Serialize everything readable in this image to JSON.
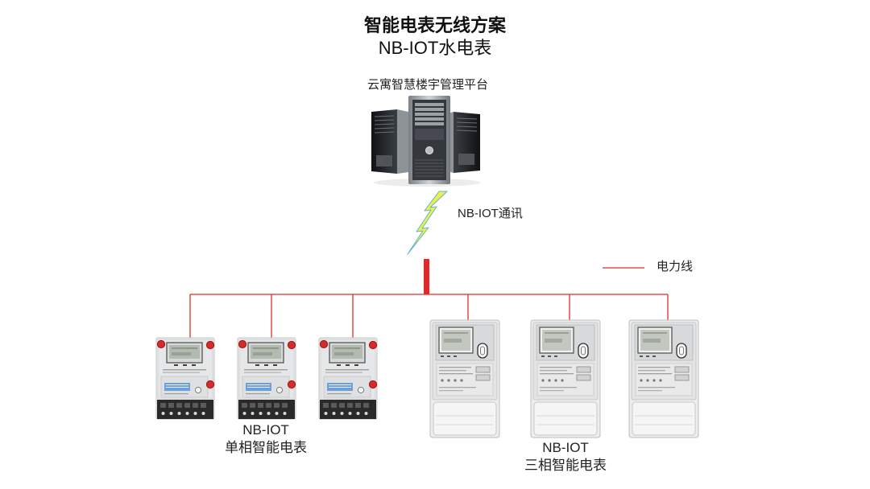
{
  "header": {
    "title": "智能电表无线方案",
    "subtitle": "NB-IOT水电表"
  },
  "platform": {
    "label": "云寓智慧楼宇管理平台",
    "icon": "server-cluster-icon"
  },
  "link": {
    "label": "NB-IOT通讯",
    "icon": "lightning-bolt-icon",
    "color": "#eef04c"
  },
  "legend": {
    "label": "电力线",
    "color": "#e02a2a"
  },
  "meter_groups": [
    {
      "line1": "NB-IOT",
      "line2": "单相智能电表",
      "icon": "single-phase-meter-icon"
    },
    {
      "line1": "NB-IOT",
      "line2": "三相智能电表",
      "icon": "three-phase-meter-icon"
    }
  ],
  "colors": {
    "background": "#ffffff",
    "text": "#222222",
    "power_line": "#e02a2a"
  }
}
